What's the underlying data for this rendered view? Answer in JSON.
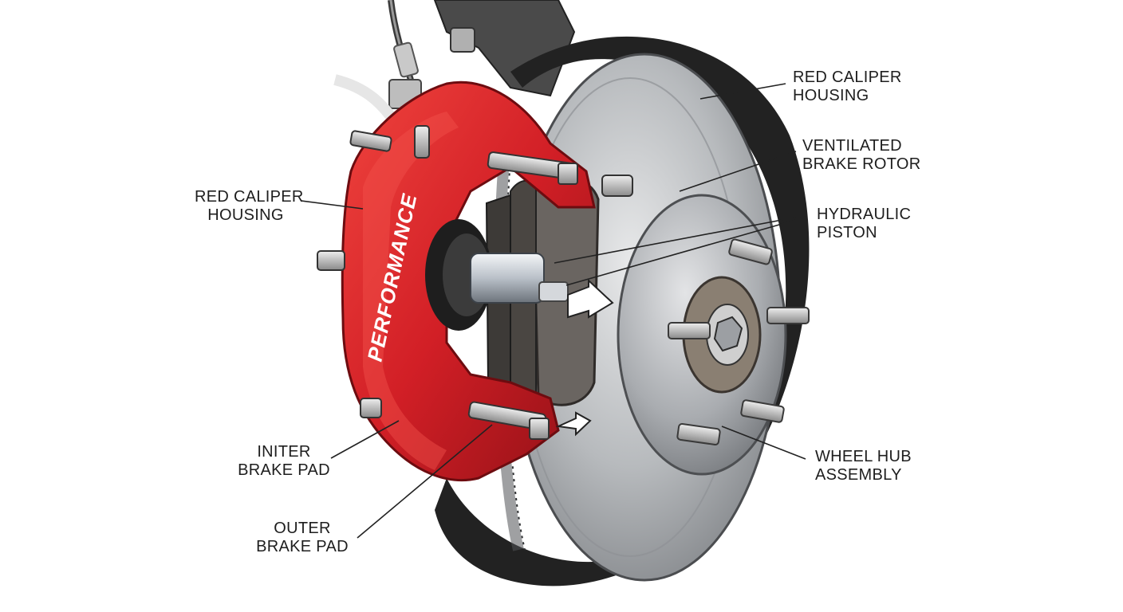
{
  "caliper_text": "PERFORMANCE",
  "colors": {
    "caliper_red": "#d8232a",
    "rotor_steel": "#b9bcbf",
    "shield_black": "#1f1f1f",
    "pad_gray": "#5e5a57",
    "callout_line": "#222222"
  },
  "callouts": {
    "caliper_right": {
      "line1": "RED CALIPER",
      "line2": "HOUSING"
    },
    "rotor": {
      "line1": "VENTILATED",
      "line2": "BRAKE ROTOR"
    },
    "piston": {
      "line1": "HYDRAULIC",
      "line2": "PISTON"
    },
    "hub": {
      "line1": "WHEEL HUB",
      "line2": "ASSEMBLY"
    },
    "caliper_left": {
      "line1": "RED CALIPER",
      "line2": "HOUSING"
    },
    "inner_pad": {
      "line1": "INITER",
      "line2": "BRAKE PAD"
    },
    "outer_pad": {
      "line1": "OUTER",
      "line2": "BRAKE PAD"
    }
  }
}
